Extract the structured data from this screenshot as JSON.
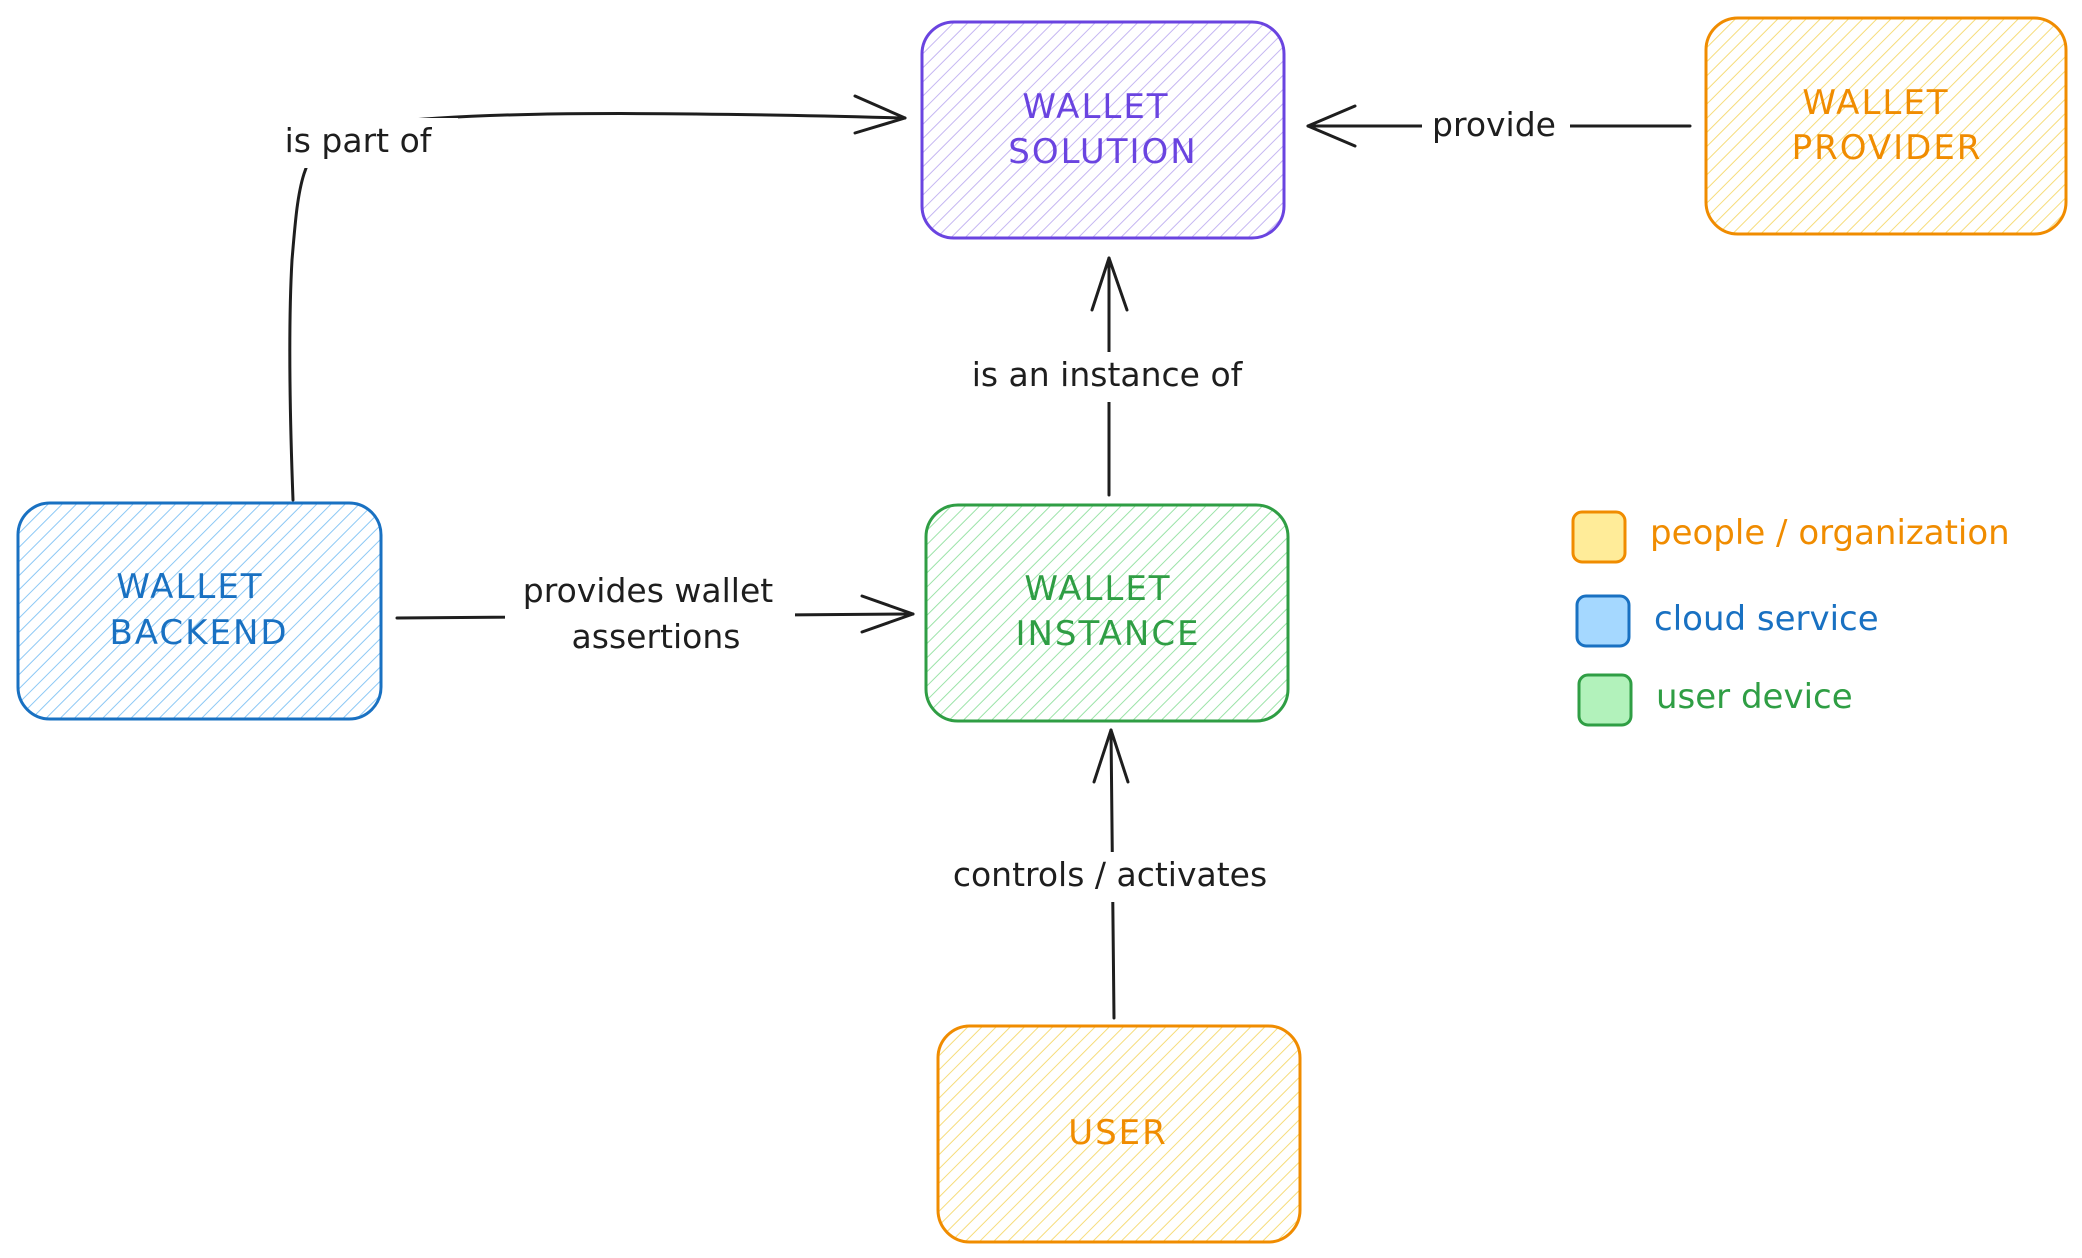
{
  "colors": {
    "purple_stroke": "#6a44e0",
    "purple_fill": "#d8cdf7",
    "orange_stroke": "#f08c00",
    "orange_fill": "#ffec99",
    "blue_stroke": "#1971c2",
    "blue_fill": "#a5d8ff",
    "green_stroke": "#2f9e44",
    "green_fill": "#b2f2bb",
    "edge": "#1e1e1e"
  },
  "nodes": {
    "wallet_solution": {
      "line1": "WALLET",
      "line2": "SOLUTION"
    },
    "wallet_provider": {
      "line1": "WALLET",
      "line2": "PROVIDER"
    },
    "wallet_backend": {
      "line1": "WALLET",
      "line2": "BACKEND"
    },
    "wallet_instance": {
      "line1": "WALLET",
      "line2": "INSTANCE"
    },
    "user": {
      "line1": "USER"
    }
  },
  "edges": {
    "is_part_of": "is part of",
    "provide": "provide",
    "is_an_instance_of": "is an instance of",
    "provides_wallet_assertions_1": "provides wallet",
    "provides_wallet_assertions_2": "assertions",
    "controls_activates": "controls / activates"
  },
  "legend": {
    "people": "people / organization",
    "cloud": "cloud service",
    "device": "user device"
  }
}
